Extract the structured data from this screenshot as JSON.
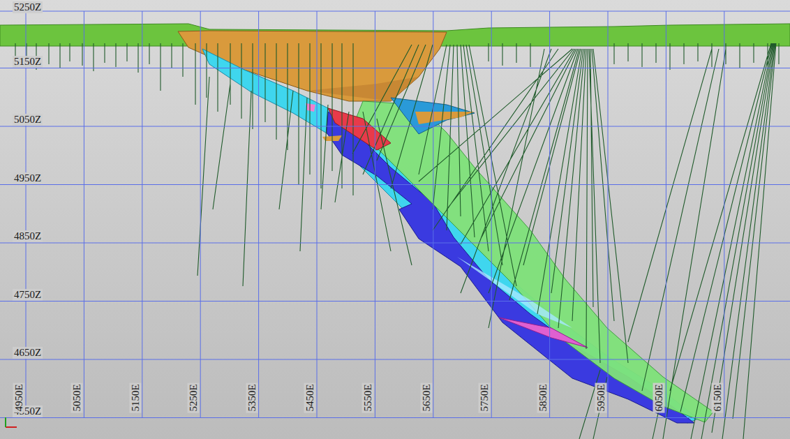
{
  "diagram": {
    "labels": [
      "5250Z",
      "5150Z",
      "5050Z",
      "4950Z",
      "4850Z",
      "4750Z",
      "4650Z",
      "4550Z",
      "4950E",
      "5050E",
      "5150E",
      "5250E",
      "5350E",
      "5450E",
      "5550E",
      "5650E",
      "5750E",
      "5850E",
      "5950E",
      "6050E",
      "6150E"
    ]
  }
}
